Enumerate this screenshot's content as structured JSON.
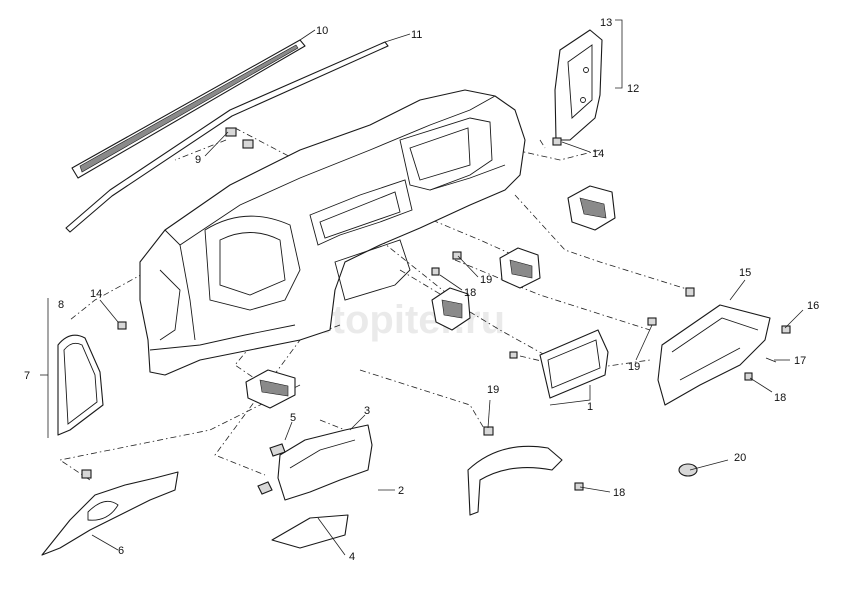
{
  "watermark": "autopiter.ru",
  "callouts": {
    "c1": "1",
    "c2": "2",
    "c3": "3",
    "c4": "4",
    "c5": "5",
    "c6": "6",
    "c7": "7",
    "c8": "8",
    "c9": "9",
    "c10": "10",
    "c11": "11",
    "c12": "12",
    "c13": "13",
    "c14a": "14",
    "c14b": "14",
    "c15": "15",
    "c16": "16",
    "c17": "17",
    "c18a": "18",
    "c18b": "18",
    "c18c": "18",
    "c19a": "19",
    "c19b": "19",
    "c19c": "19",
    "c20": "20"
  }
}
